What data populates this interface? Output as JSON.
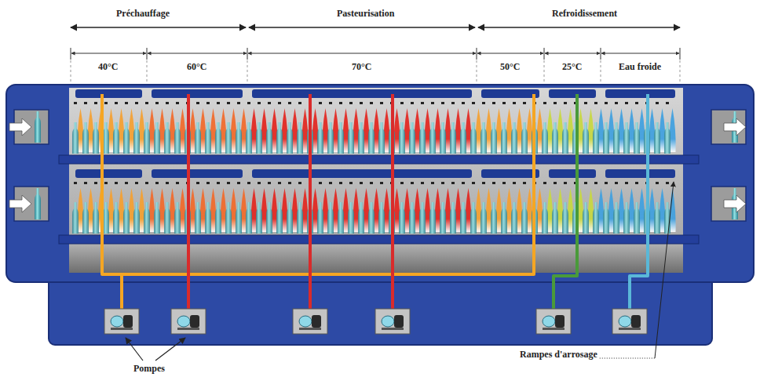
{
  "diagram": {
    "labels": [
      "Préchauffage",
      "Pasteurisation",
      "Refroidissement",
      "40°C",
      "60°C",
      "70°C",
      "50°C",
      "25°C",
      "Eau froide",
      "Pompes",
      "Rampes d'arrosage"
    ]
  }
}
